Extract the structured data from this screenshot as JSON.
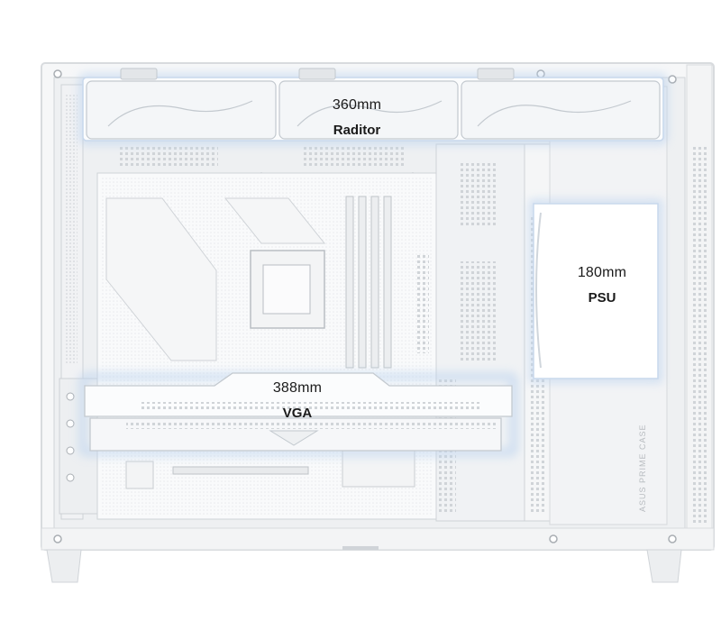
{
  "labels": {
    "radiator": {
      "size": "360mm",
      "name": "Raditor"
    },
    "psu": {
      "size": "180mm",
      "name": "PSU"
    },
    "vga": {
      "size": "388mm",
      "name": "VGA"
    }
  },
  "brand_text": "ASUS PRIME CASE",
  "colors": {
    "highlight": "#cfe0f5",
    "frame": "#dfe2e5",
    "line": "#c9cdd1"
  }
}
